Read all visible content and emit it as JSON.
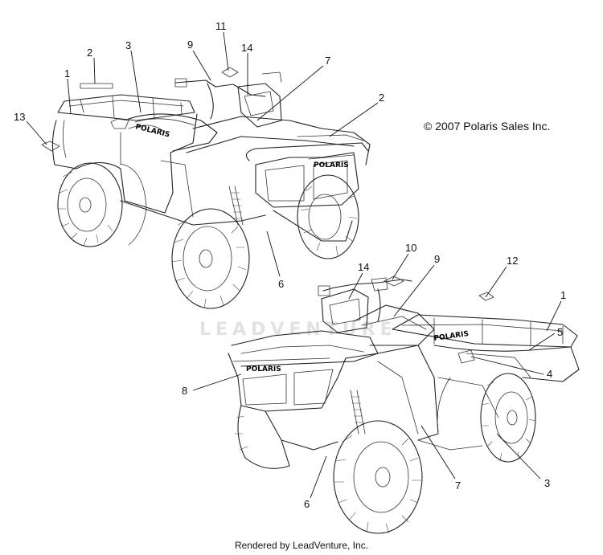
{
  "copyright": "© 2007 Polaris Sales Inc.",
  "footer": "Rendered by LeadVenture, Inc.",
  "watermark": "LEADVENTURE",
  "brand_text": "POLARIS",
  "callouts_top": [
    "1",
    "2",
    "3",
    "13",
    "9",
    "11",
    "14",
    "7",
    "2",
    "6"
  ],
  "callouts_bottom": [
    "10",
    "9",
    "14",
    "12",
    "1",
    "5",
    "4",
    "8",
    "7",
    "3",
    "6"
  ]
}
